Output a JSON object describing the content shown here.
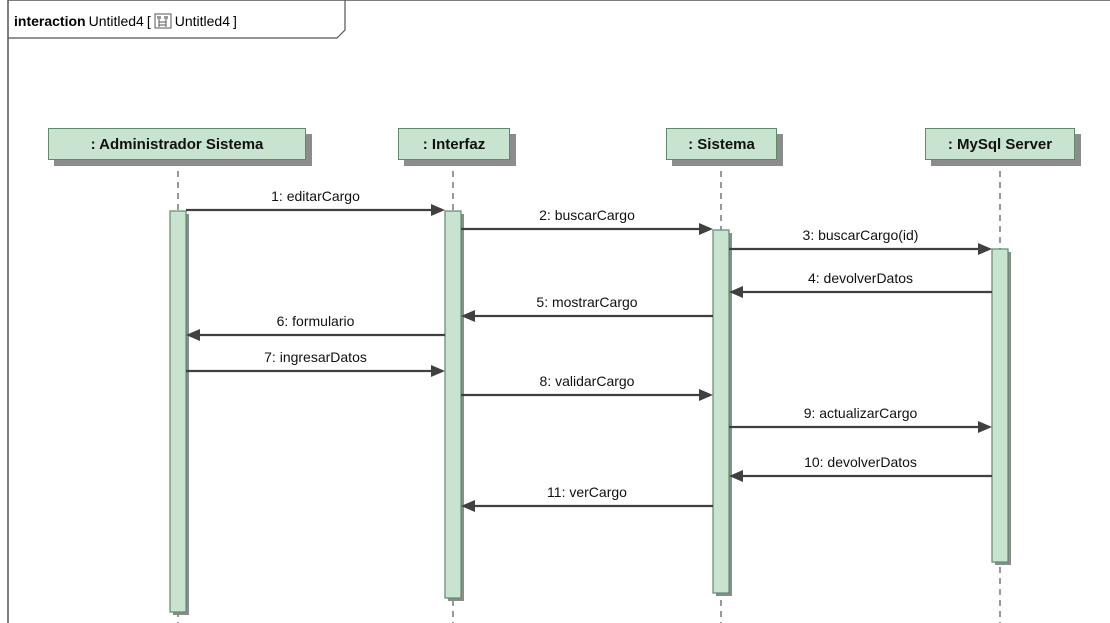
{
  "frame": {
    "keyword": "interaction",
    "name": "Untitled4",
    "bracket_open": "[",
    "ref_name": "Untitled4",
    "bracket_close": "]"
  },
  "lifelines": [
    {
      "id": "admin",
      "label": ": Administrador Sistema"
    },
    {
      "id": "interfaz",
      "label": ": Interfaz"
    },
    {
      "id": "sistema",
      "label": ": Sistema"
    },
    {
      "id": "mysql",
      "label": ": MySql Server"
    }
  ],
  "messages": [
    {
      "label": "1: editarCargo",
      "from": "admin",
      "to": "interfaz"
    },
    {
      "label": "2: buscarCargo",
      "from": "interfaz",
      "to": "sistema"
    },
    {
      "label": "3: buscarCargo(id)",
      "from": "sistema",
      "to": "mysql"
    },
    {
      "label": "4: devolverDatos",
      "from": "mysql",
      "to": "sistema"
    },
    {
      "label": "5: mostrarCargo",
      "from": "sistema",
      "to": "interfaz"
    },
    {
      "label": "6: formulario",
      "from": "interfaz",
      "to": "admin"
    },
    {
      "label": "7: ingresarDatos",
      "from": "admin",
      "to": "interfaz"
    },
    {
      "label": "8: validarCargo",
      "from": "interfaz",
      "to": "sistema"
    },
    {
      "label": "9: actualizarCargo",
      "from": "sistema",
      "to": "mysql"
    },
    {
      "label": "10: devolverDatos",
      "from": "mysql",
      "to": "sistema"
    },
    {
      "label": "11: verCargo",
      "from": "sistema",
      "to": "interfaz"
    }
  ],
  "colors": {
    "lifeline_fill": "#c8e3cf",
    "lifeline_border": "#5f8a6e",
    "shadow": "#8c8c8c",
    "arrow": "#404040"
  }
}
